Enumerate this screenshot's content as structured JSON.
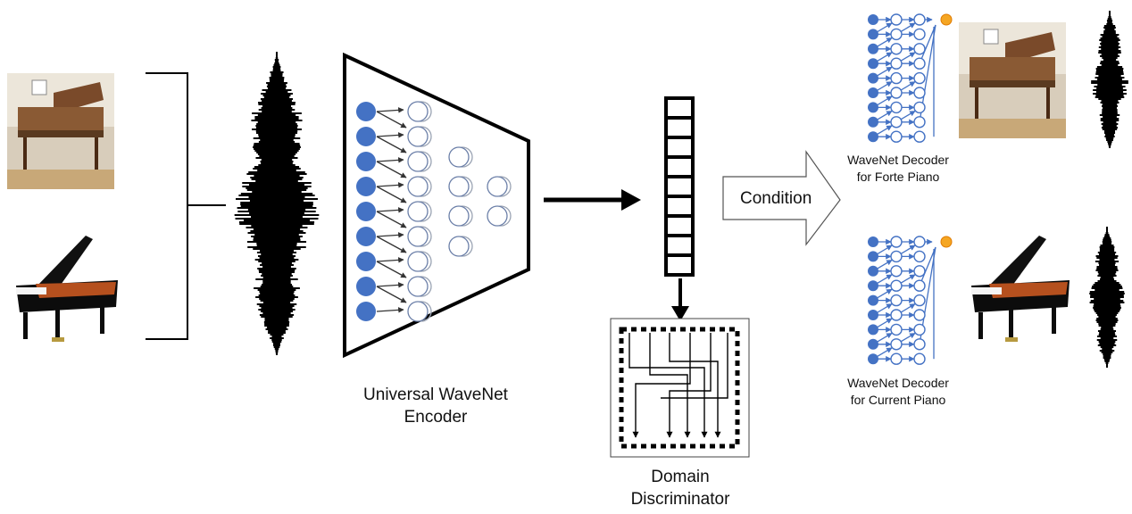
{
  "encoder": {
    "label_line1": "Universal WaveNet",
    "label_line2": "Encoder"
  },
  "discriminator": {
    "label_line1": "Domain",
    "label_line2": "Discriminator"
  },
  "condition": {
    "label": "Condition"
  },
  "decoders": [
    {
      "label_line1": "WaveNet Decoder",
      "label_line2": "for Forte Piano"
    },
    {
      "label_line1": "WaveNet Decoder",
      "label_line2": "for Current Piano"
    }
  ],
  "images": [
    {
      "icon": "forte-piano-photo"
    },
    {
      "icon": "grand-piano-photo"
    }
  ],
  "colors": {
    "node_fill": "#4472c4",
    "node_outline": "#4472c4",
    "output_node": "#f5a623",
    "stroke": "#000000",
    "wood": "#8a5a34",
    "piano_black": "#0c0c0c"
  }
}
